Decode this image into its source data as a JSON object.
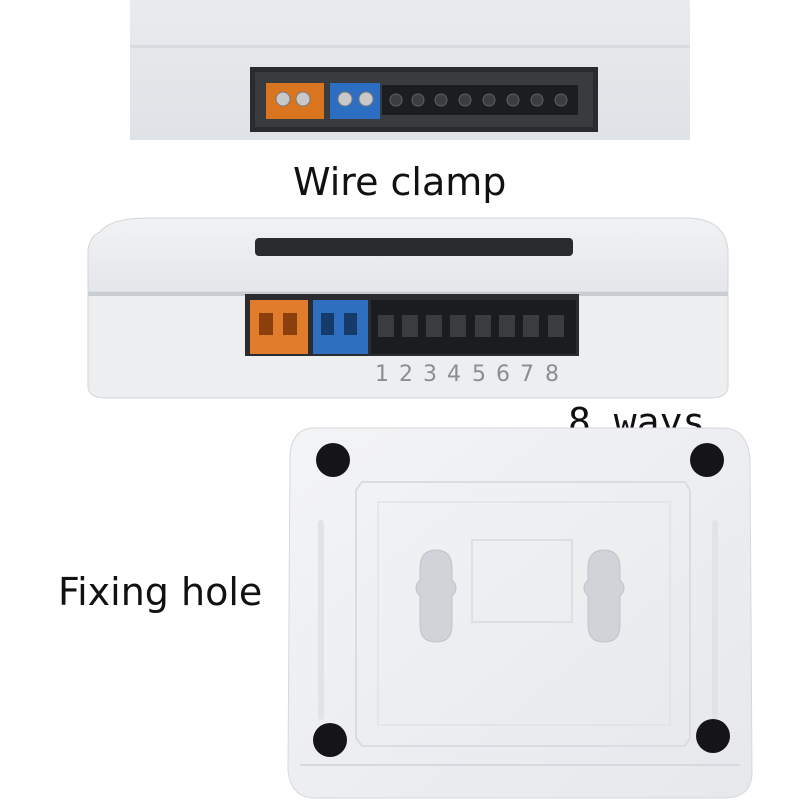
{
  "captions": {
    "wire_clamp": "Wire clamp",
    "ways": "8 ways",
    "fixing_hole": "Fixing hole"
  },
  "terminal_numbers": [
    "1",
    "2",
    "3",
    "4",
    "5",
    "6",
    "7",
    "8"
  ],
  "colors": {
    "housing": "#eceef0",
    "housing_shadow": "#cfd3d8",
    "orange_terminal": "#e07c2c",
    "blue_terminal": "#2e6fbf",
    "black_terminal": "#1b1c1f",
    "foot": "#151517"
  }
}
